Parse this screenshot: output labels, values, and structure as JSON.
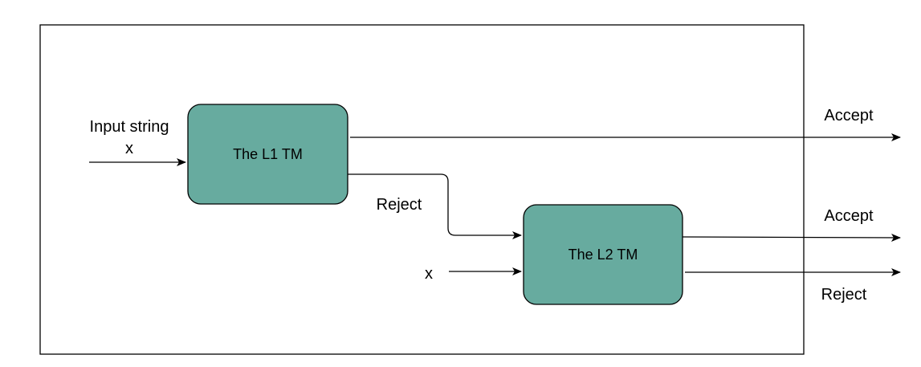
{
  "colors": {
    "node_fill": "#67ab9f",
    "stroke": "#000000",
    "background": "#ffffff"
  },
  "nodes": {
    "l1": {
      "label": "The L1 TM"
    },
    "l2": {
      "label": "The L2 TM"
    }
  },
  "labels": {
    "input_line1": "Input string",
    "input_line2": "x",
    "l1_accept": "Accept",
    "l1_reject": "Reject",
    "l2_input": "x",
    "l2_accept": "Accept",
    "l2_reject": "Reject"
  }
}
